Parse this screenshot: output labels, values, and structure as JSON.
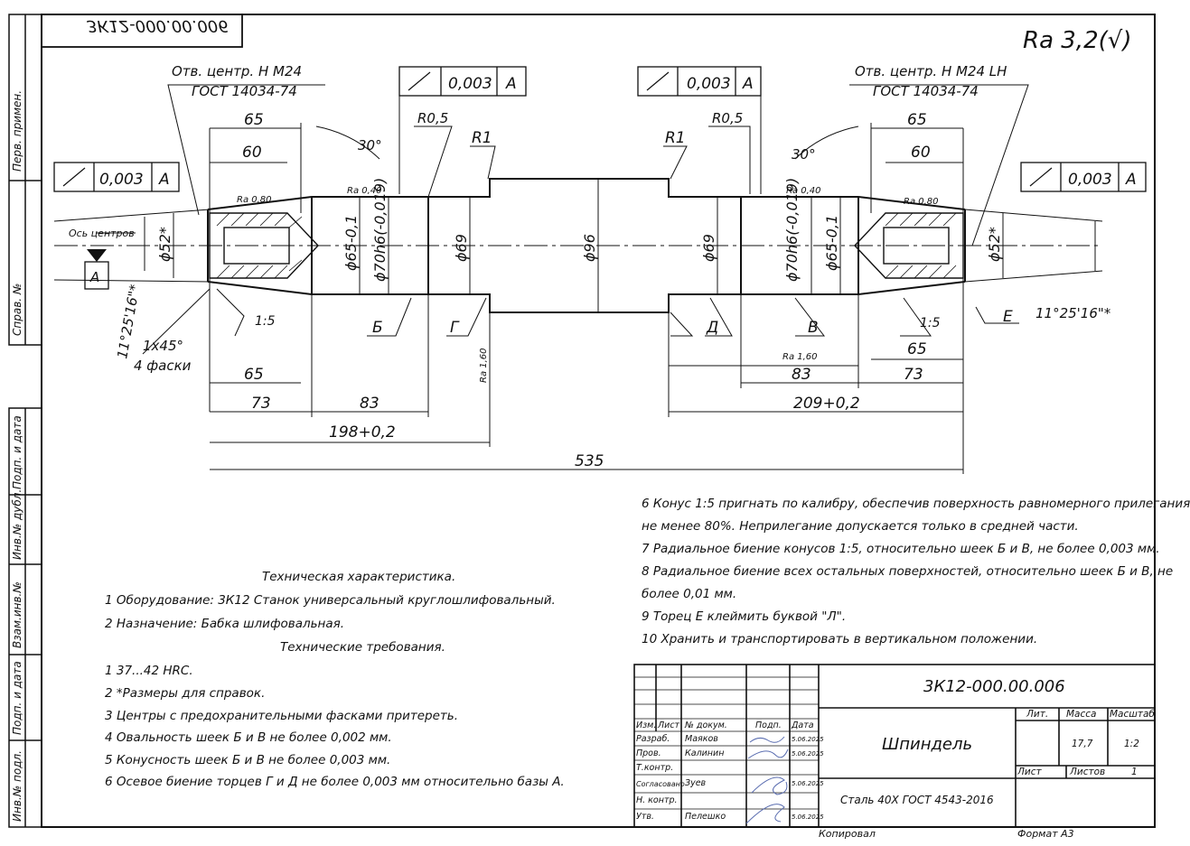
{
  "stamp_top": "3К12-000.00.006",
  "roughness_general": "Ra 3,2(√)",
  "left_margin": [
    "Перв. примен.",
    "Справ. №",
    "Подп. и дата",
    "Инв.№ дубл.",
    "Взам.инв.№",
    "Подп. и дата",
    "Инв.№ подл."
  ],
  "drawing": {
    "center_hole_left": [
      "Отв. центр. Н М24",
      "ГОСТ 14034-74"
    ],
    "center_hole_right": [
      "Отв. центр. Н М24 LH",
      "ГОСТ 14034-74"
    ],
    "tol_value": "0,003",
    "datum": "A",
    "datum_label": "Ось центров",
    "radii": [
      "R0,5",
      "R1"
    ],
    "angle": "30°",
    "ra080": "Ra 0,80",
    "ra040": "Ra 0,40",
    "ra160": "Ra 1,60",
    "diams": [
      "ϕ52*",
      "ϕ65-0,1",
      "ϕ70h6(-0,019)",
      "ϕ69",
      "ϕ96"
    ],
    "dims_top": [
      "65",
      "60"
    ],
    "dims_bottom_left": [
      "65",
      "73",
      "83",
      "198+0,2"
    ],
    "dims_bottom_right": [
      "65",
      "83",
      "73",
      "209+0,2"
    ],
    "overall": "535",
    "taper": "1:5",
    "taper_angle": "11°25'16\"*",
    "chamfer": [
      "1x45°",
      "4 фаски"
    ],
    "letters": [
      "Б",
      "Г",
      "Д",
      "В",
      "Е"
    ]
  },
  "tech_char": {
    "title": "Техническая характеристика.",
    "items": [
      "1  Оборудование: 3К12 Станок универсальный круглошлифовальный.",
      "2  Назначение: Бабка шлифовальная."
    ]
  },
  "tech_req": {
    "title": "Технические требования.",
    "items": [
      "1  37...42 HRC.",
      "2  *Размеры для справок.",
      "3  Центры с предохранительными фасками притереть.",
      "4  Овальность шеек Б и В не более 0,002 мм.",
      "5  Конусность шеек Б и В не более 0,003 мм.",
      "6  Осевое биение торцев Г и Д не более 0,003 мм относительно базы А."
    ]
  },
  "notes_right": [
    "6  Конус 1:5 пригнать по калибру, обеспечив поверхность равномерного прилегания",
    "не менее 80%. Неприлегание допускается только в средней части.",
    "7  Радиальное биение конусов 1:5, относительно шеек Б и В, не более 0,003 мм.",
    "8  Радиальное биение всех остальных поверхностей, относительно шеек Б и В, не",
    "более 0,01 мм.",
    "9  Торец Е клеймить буквой \"Л\".",
    "10 Хранить и транспортировать в вертикальном положении."
  ],
  "title_block": {
    "doc_number": "3К12-000.00.006",
    "name": "Шпиндель",
    "material": "Сталь 40Х ГОСТ 4543-2016",
    "lit": "Лит.",
    "mass_label": "Масса",
    "scale_label": "Масштаб",
    "mass": "17,7",
    "scale": "1:2",
    "sheet_label": "Лист",
    "sheets_label": "Листов",
    "sheets": "1",
    "headers": [
      "Изм.",
      "Лист",
      "№ докум.",
      "Подп.",
      "Дата"
    ],
    "rows": [
      {
        "role": "Разраб.",
        "name": "Маяков",
        "date": "5.06.2025"
      },
      {
        "role": "Пров.",
        "name": "Калинин",
        "date": "5.06.2025"
      },
      {
        "role": "Т.контр.",
        "name": "",
        "date": ""
      },
      {
        "role": "Согласовано",
        "name": "Зуев",
        "date": "5.06.2025"
      },
      {
        "role": "Н. контр.",
        "name": "",
        "date": ""
      },
      {
        "role": "Утв.",
        "name": "Пелешко",
        "date": "5.06.2025"
      }
    ],
    "copied": "Копировал",
    "format": "Формат  А3"
  }
}
